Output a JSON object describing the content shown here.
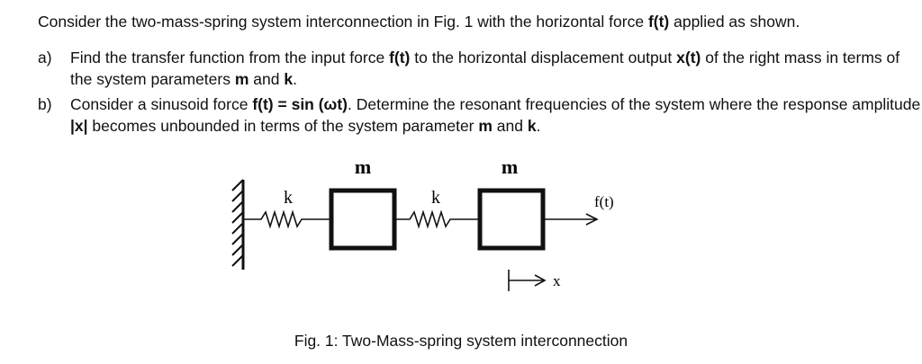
{
  "problem": {
    "intro": {
      "prefix": "Consider the two-mass-spring system interconnection in Fig. 1 with the horizontal force ",
      "force": "f(t)",
      "suffix": " applied as shown."
    },
    "part_a": {
      "marker": "a)",
      "t1": "Find the transfer function from the input force ",
      "input": "f(t)",
      "t2": " to the horizontal displacement output ",
      "output": "x(t)",
      "t3": " of the right mass in terms of the system parameters ",
      "m": "m",
      "t4": " and ",
      "k": "k",
      "t5": "."
    },
    "part_b": {
      "marker": "b)",
      "t1": "Consider a sinusoid force ",
      "force": "f(t) = sin (ωt)",
      "t2": ". Determine the resonant frequencies of the system where the response amplitude ",
      "amp": "|x|",
      "t3": " becomes unbounded in terms of the system parameter ",
      "m": "m",
      "t4": " and ",
      "k": "k",
      "t5": "."
    }
  },
  "figure": {
    "mass_left": "m",
    "mass_right": "m",
    "spring_left": "k",
    "spring_right": "k",
    "force_label": "f(t)",
    "displacement_label": "x",
    "caption": "Fig. 1: Two-Mass-spring system interconnection"
  }
}
